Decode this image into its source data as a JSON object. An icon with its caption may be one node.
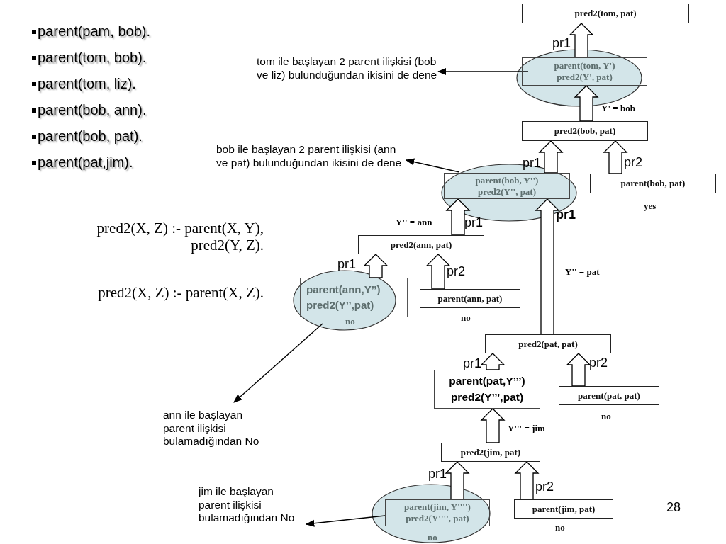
{
  "diagram": {
    "nodes": [
      {
        "text": [
          "pred2(tom, pat)"
        ]
      },
      {
        "text": [
          "parent(tom, Y')",
          "pred2(Y', pat)"
        ]
      },
      {
        "text": [
          "tom ile başlayan 2 parent ilişkisi (bob ve liz) bulunduğundan ikisini de dene"
        ]
      },
      {
        "text": [
          "pred2(bob, pat)"
        ]
      },
      {
        "text": [
          "parent(bob, Y'')",
          "pred2(Y'', pat)"
        ]
      },
      {
        "text": [
          "parent(bob, pat)"
        ],
        "beside": [
          "yes"
        ]
      },
      {
        "text": [
          "bob ile başlayan 2 parent ilişkisi (ann ve pat) bulunduğundan ikisini de dene"
        ]
      },
      {
        "text": [
          "pred2(ann, pat)"
        ]
      },
      {
        "text": [
          "parent(ann,Y’’)",
          "pred2(Y’’,pat)"
        ],
        "beside": [
          "no"
        ]
      },
      {
        "text": [
          "parent(ann, pat)"
        ],
        "beside": [
          "no"
        ]
      },
      {
        "text": [
          "ann ile başlayan parent ilişkisi bulamadığından No"
        ]
      },
      {
        "text": [
          "pred2(pat, pat)"
        ]
      },
      {
        "text": [
          "parent(pat,Y’’’)",
          "pred2(Y’’’,pat)"
        ]
      },
      {
        "text": [
          "parent(pat, pat)"
        ],
        "beside": [
          "no"
        ]
      },
      {
        "text": [
          "pred2(jim, pat)"
        ]
      },
      {
        "text": [
          "parent(jim, Y'''')",
          "pred2(Y'''', pat)"
        ],
        "beside": [
          "no"
        ]
      },
      {
        "text": [
          "parent(jim, pat)"
        ],
        "beside": [
          "no"
        ]
      },
      {
        "text": [
          "jim ile başlayan parent ilişkisi bulamadığından No"
        ]
      }
    ],
    "edges": [
      {
        "from": 1,
        "to": 0,
        "arrow": "to",
        "label": "pr1",
        "style": "thick"
      },
      {
        "from": 3,
        "to": 1,
        "arrow": "to",
        "label": "Y' = bob",
        "style": "thick"
      },
      {
        "from": 4,
        "to": 3,
        "arrow": "to",
        "label": "pr1",
        "style": "thick"
      },
      {
        "from": 5,
        "to": 3,
        "arrow": "to",
        "label": "pr2",
        "style": "thick"
      },
      {
        "from": 7,
        "to": 4,
        "arrow": "to",
        "label": "Y'' = ann",
        "style": "thick"
      },
      {
        "from": 11,
        "to": 4,
        "arrow": "to",
        "label": "Y'' = pat",
        "style": "thick"
      },
      {
        "from": 8,
        "to": 7,
        "arrow": "to",
        "label": "pr1",
        "style": "thick"
      },
      {
        "from": 9,
        "to": 7,
        "arrow": "to",
        "label": "pr2",
        "style": "thick"
      },
      {
        "from": 12,
        "to": 11,
        "arrow": "to",
        "label": "pr1",
        "style": "thick"
      },
      {
        "from": 13,
        "to": 11,
        "arrow": "to",
        "label": "pr2",
        "style": "thick"
      },
      {
        "from": 14,
        "to": 12,
        "arrow": "to",
        "label": "Y''' = jim",
        "style": "thick"
      },
      {
        "from": 15,
        "to": 14,
        "arrow": "to",
        "label": "pr1",
        "style": "thick"
      },
      {
        "from": 16,
        "to": 14,
        "arrow": "to",
        "label": "pr2",
        "style": "thick"
      },
      {
        "from": 1,
        "to": 2,
        "arrow": "to"
      },
      {
        "from": 4,
        "to": 6,
        "arrow": "to"
      },
      {
        "from": 8,
        "to": 10,
        "arrow": "to"
      },
      {
        "from": 15,
        "to": 17,
        "arrow": "to"
      }
    ],
    "labels": [
      "parent(pam, bob).",
      "parent(tom, bob).",
      "parent(tom, liz).",
      "parent(bob, ann).",
      "parent(bob, pat).",
      "parent(pat,jim).",
      "pred2(X, Z) :- parent(X, Y), pred2(Y, Z).",
      "pred2(X, Z) :- parent(X, Z).",
      "pr1",
      "pr1",
      "28"
    ]
  }
}
